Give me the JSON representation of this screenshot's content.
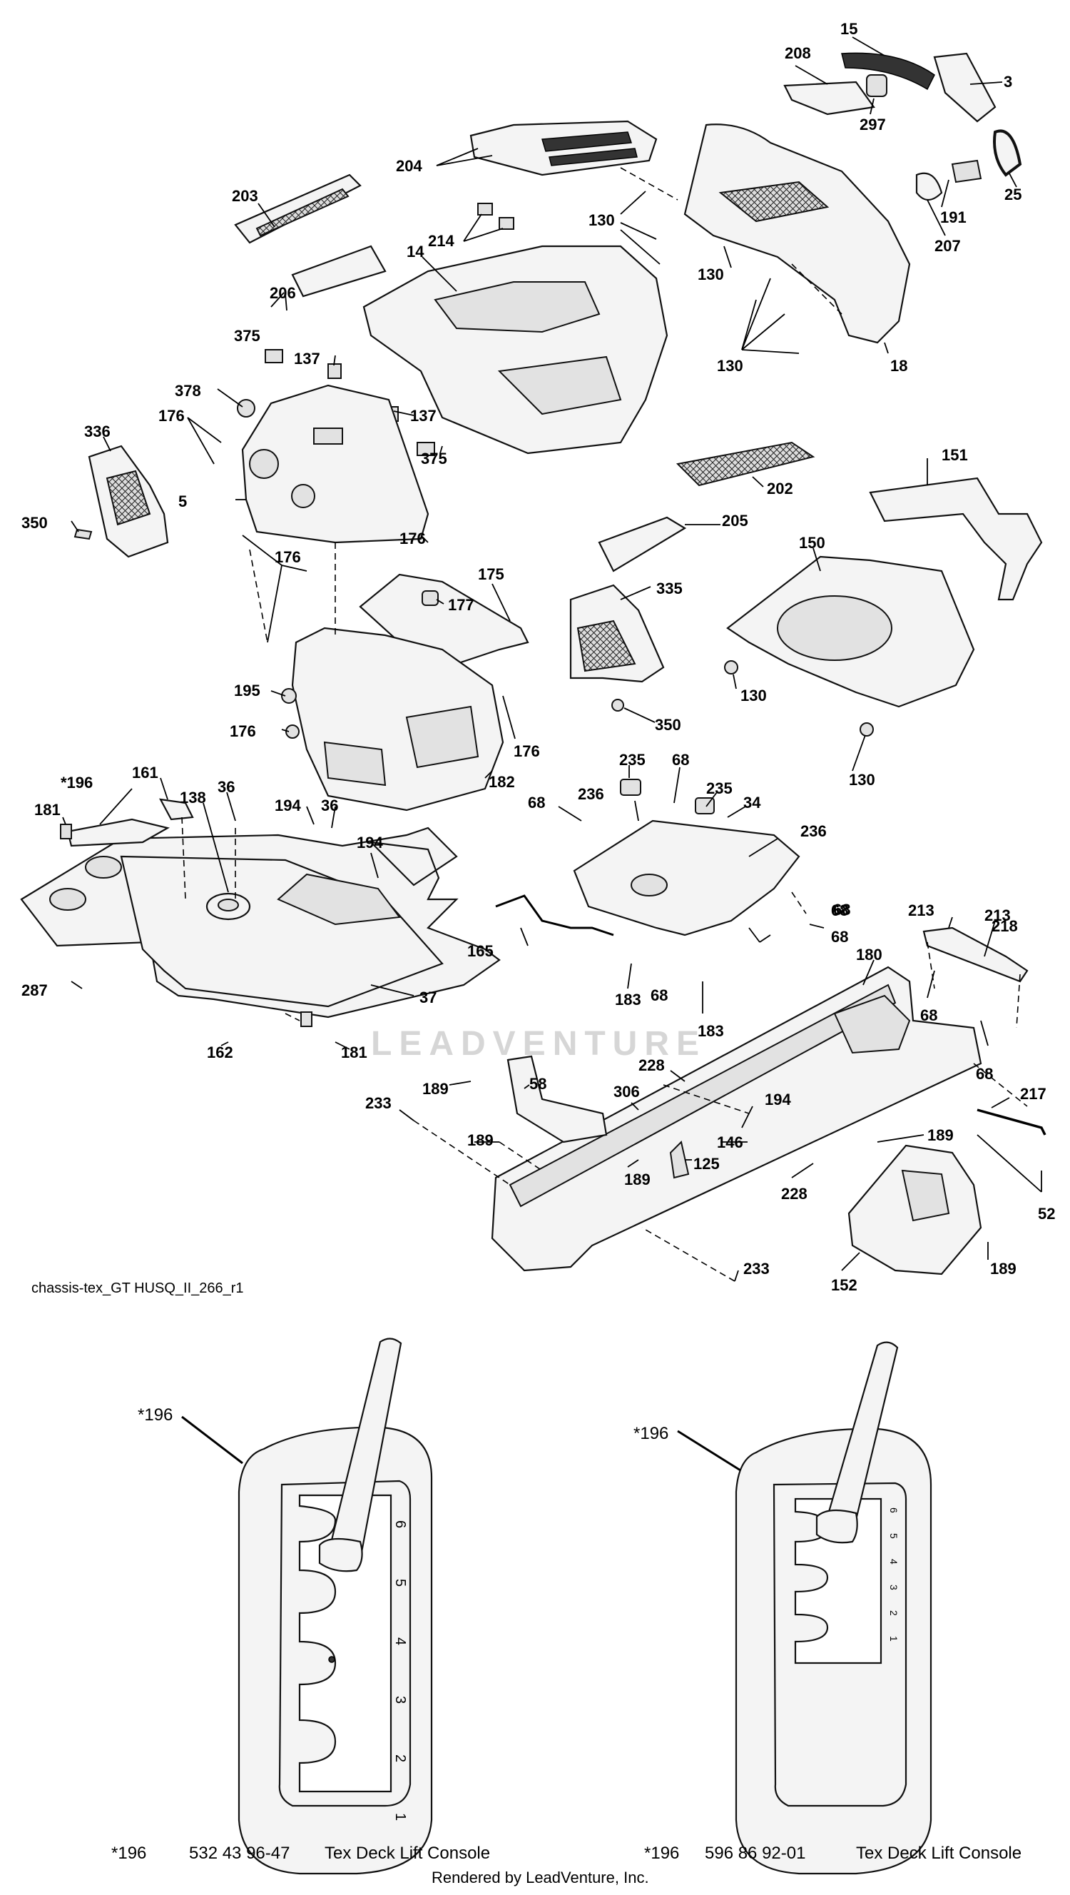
{
  "diagram_name": "chassis-tex_GT HUSQ_II_266_r1",
  "watermark": "LEADVENTURE",
  "footer": "Rendered by LeadVenture, Inc.",
  "captions": [
    {
      "ref": "*196",
      "part_number": "532 43 96-47",
      "description": "Tex Deck Lift Console"
    },
    {
      "ref": "*196",
      "part_number": "596 86 92-01",
      "description": "Tex Deck Lift Console"
    }
  ],
  "console_callouts": [
    "*196",
    "*196"
  ],
  "console_left_positions": [
    "6",
    "5",
    "4",
    "3",
    "2",
    "1"
  ],
  "console_right_positions": [
    "6",
    "5",
    "4",
    "3",
    "2",
    "1"
  ],
  "callouts": [
    {
      "text": "15"
    },
    {
      "text": "208"
    },
    {
      "text": "3"
    },
    {
      "text": "297"
    },
    {
      "text": "25"
    },
    {
      "text": "204"
    },
    {
      "text": "191"
    },
    {
      "text": "207"
    },
    {
      "text": "203"
    },
    {
      "text": "130"
    },
    {
      "text": "214"
    },
    {
      "text": "14"
    },
    {
      "text": "130"
    },
    {
      "text": "206"
    },
    {
      "text": "130"
    },
    {
      "text": "18"
    },
    {
      "text": "375"
    },
    {
      "text": "137"
    },
    {
      "text": "378"
    },
    {
      "text": "137"
    },
    {
      "text": "336"
    },
    {
      "text": "176"
    },
    {
      "text": "375"
    },
    {
      "text": "202"
    },
    {
      "text": "151"
    },
    {
      "text": "5"
    },
    {
      "text": "350"
    },
    {
      "text": "205"
    },
    {
      "text": "176"
    },
    {
      "text": "176"
    },
    {
      "text": "150"
    },
    {
      "text": "175"
    },
    {
      "text": "177"
    },
    {
      "text": "335"
    },
    {
      "text": "195"
    },
    {
      "text": "130"
    },
    {
      "text": "176"
    },
    {
      "text": "350"
    },
    {
      "text": "176"
    },
    {
      "text": "130"
    },
    {
      "text": "182"
    },
    {
      "text": "235"
    },
    {
      "text": "68"
    },
    {
      "text": "*196"
    },
    {
      "text": "161"
    },
    {
      "text": "36"
    },
    {
      "text": "138"
    },
    {
      "text": "68"
    },
    {
      "text": "236"
    },
    {
      "text": "235"
    },
    {
      "text": "34"
    },
    {
      "text": "181"
    },
    {
      "text": "194"
    },
    {
      "text": "36"
    },
    {
      "text": "194"
    },
    {
      "text": "236"
    },
    {
      "text": "68"
    },
    {
      "text": "213"
    },
    {
      "text": "213"
    },
    {
      "text": "68"
    },
    {
      "text": "218"
    },
    {
      "text": "165"
    },
    {
      "text": "68"
    },
    {
      "text": "287"
    },
    {
      "text": "37"
    },
    {
      "text": "183"
    },
    {
      "text": "68"
    },
    {
      "text": "183"
    },
    {
      "text": "180"
    },
    {
      "text": "68"
    },
    {
      "text": "162"
    },
    {
      "text": "181"
    },
    {
      "text": "68"
    },
    {
      "text": "228"
    },
    {
      "text": "189"
    },
    {
      "text": "58"
    },
    {
      "text": "306"
    },
    {
      "text": "194"
    },
    {
      "text": "217"
    },
    {
      "text": "233"
    },
    {
      "text": "189"
    },
    {
      "text": "146"
    },
    {
      "text": "125"
    },
    {
      "text": "189"
    },
    {
      "text": "228"
    },
    {
      "text": "189"
    },
    {
      "text": "52"
    },
    {
      "text": "152"
    },
    {
      "text": "189"
    },
    {
      "text": "233"
    }
  ]
}
